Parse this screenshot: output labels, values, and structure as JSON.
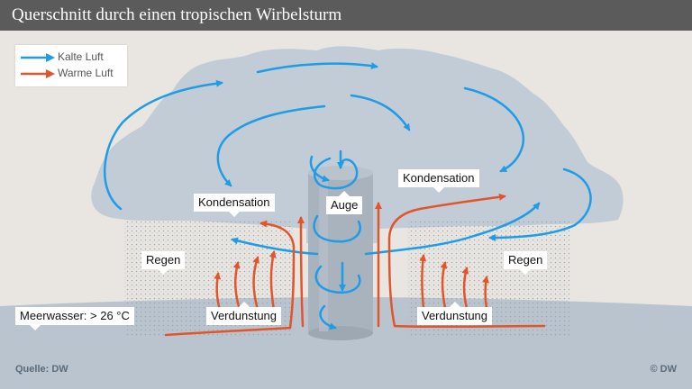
{
  "title": "Querschnitt durch einen tropischen Wirbelsturm",
  "legend": {
    "cold_air": {
      "label": "Kalte Luft",
      "color": "#1e9ce6"
    },
    "warm_air": {
      "label": "Warme Luft",
      "color": "#e2542a"
    }
  },
  "labels": {
    "kondensation_left": "Kondensation",
    "kondensation_right": "Kondensation",
    "auge": "Auge",
    "regen_left": "Regen",
    "regen_right": "Regen",
    "verdunstung_left": "Verdunstung",
    "verdunstung_right": "Verdunstung",
    "meerwasser": "Meerwasser: > 26 °C"
  },
  "footer": {
    "source": "Quelle: DW",
    "copyright": "© DW"
  },
  "colors": {
    "cloud": "#c2ccd6",
    "sea": "#b9c4cf",
    "background": "#e9e6e1",
    "eye_column": "#a9b3bd"
  }
}
